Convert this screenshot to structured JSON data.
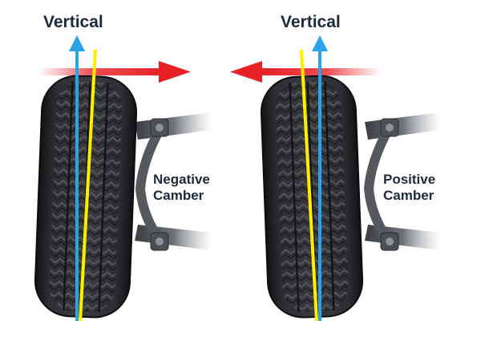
{
  "labels": {
    "vertical_left": "Vertical",
    "vertical_right": "Vertical",
    "negative_line1": "Negative",
    "negative_line2": "Camber",
    "positive_line1": "Positive",
    "positive_line2": "Camber"
  },
  "colors": {
    "vertical_line": "#2aa3e8",
    "camber_line": "#ffee00",
    "arrow": "#e82127",
    "tire_dark": "#1e1f21",
    "tire_tread": "#3b3d40",
    "suspension": "#5e6166",
    "label_text": "#1b2a3c"
  }
}
